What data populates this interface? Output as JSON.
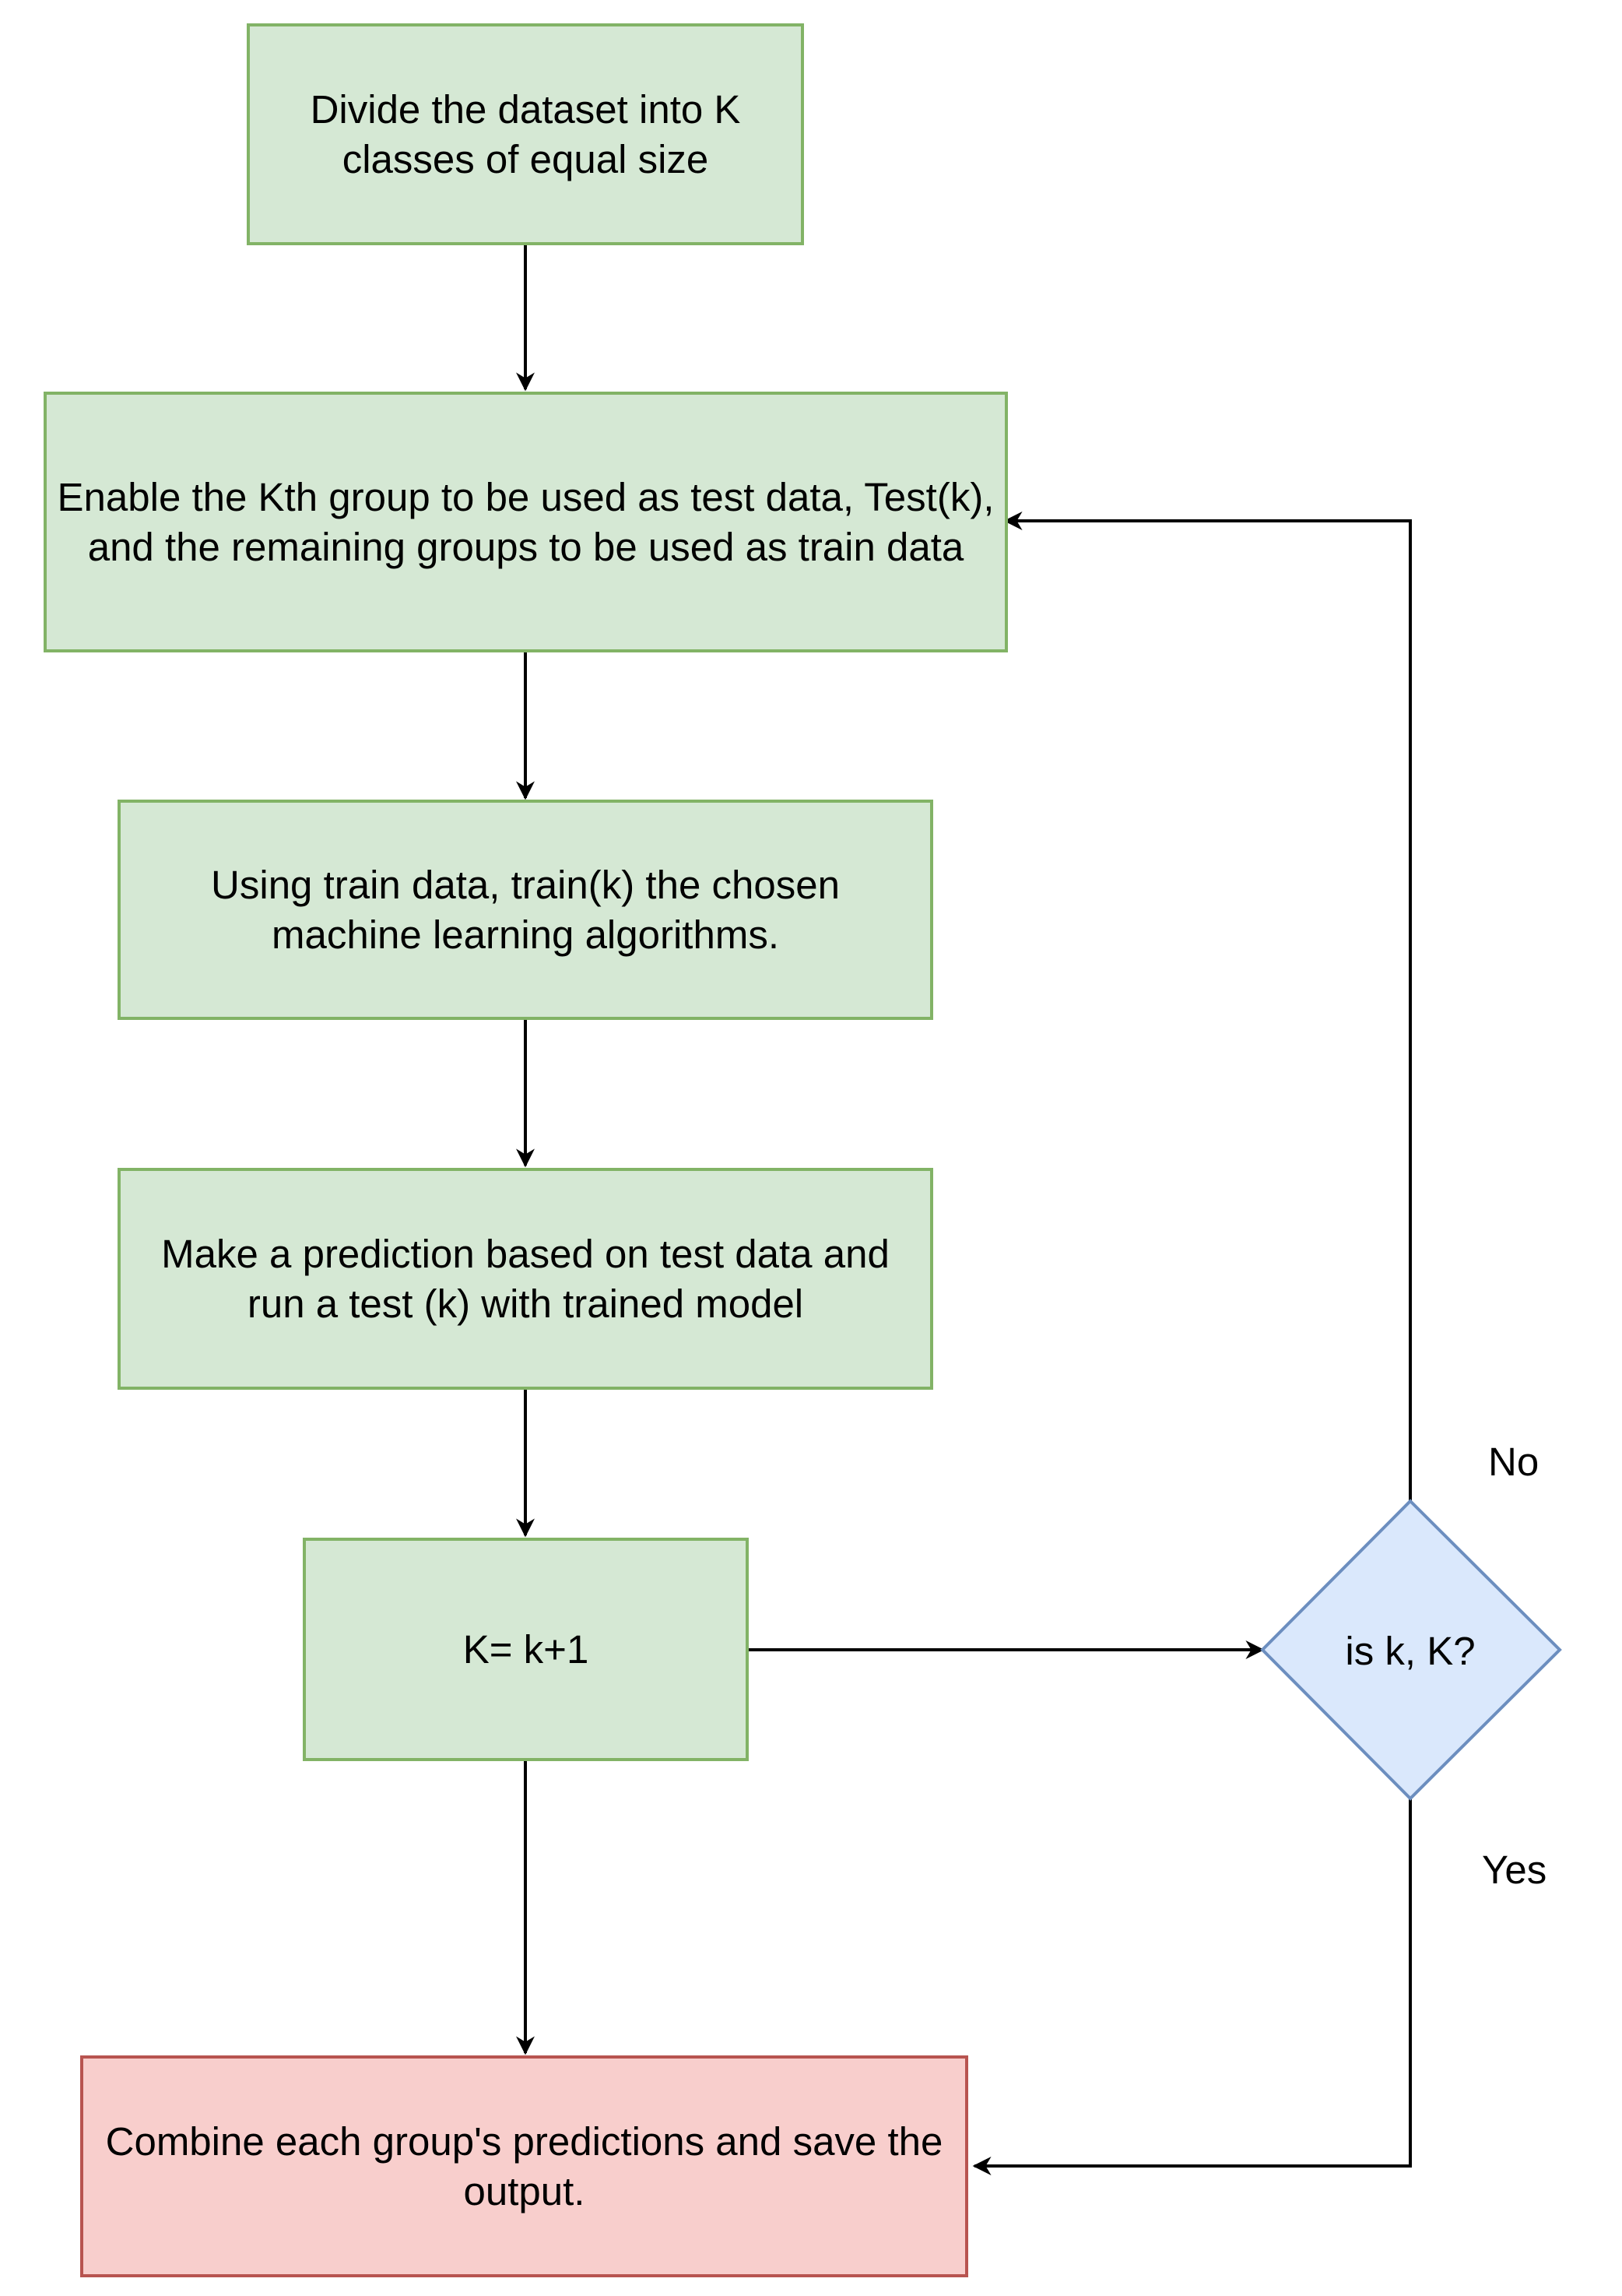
{
  "nodes": {
    "divide": "Divide the dataset into K classes of equal size",
    "enable": "Enable the Kth group to be used as test data, Test(k), and the remaining groups to be used as train data",
    "train": "Using train data, train(k) the chosen machine learning algorithms.",
    "predict": "Make a prediction based on test data and run a test (k) with trained model",
    "increment": "K= k+1",
    "decision": "is k, K?",
    "combine": "Combine each group's predictions and save the output."
  },
  "edges": {
    "no_label": "No",
    "yes_label": "Yes"
  },
  "colors": {
    "process_fill": "#d5e8d4",
    "process_stroke": "#82b366",
    "decision_fill": "#dae8fc",
    "decision_stroke": "#6c8ebf",
    "end_fill": "#f8cecc",
    "end_stroke": "#b85450"
  }
}
